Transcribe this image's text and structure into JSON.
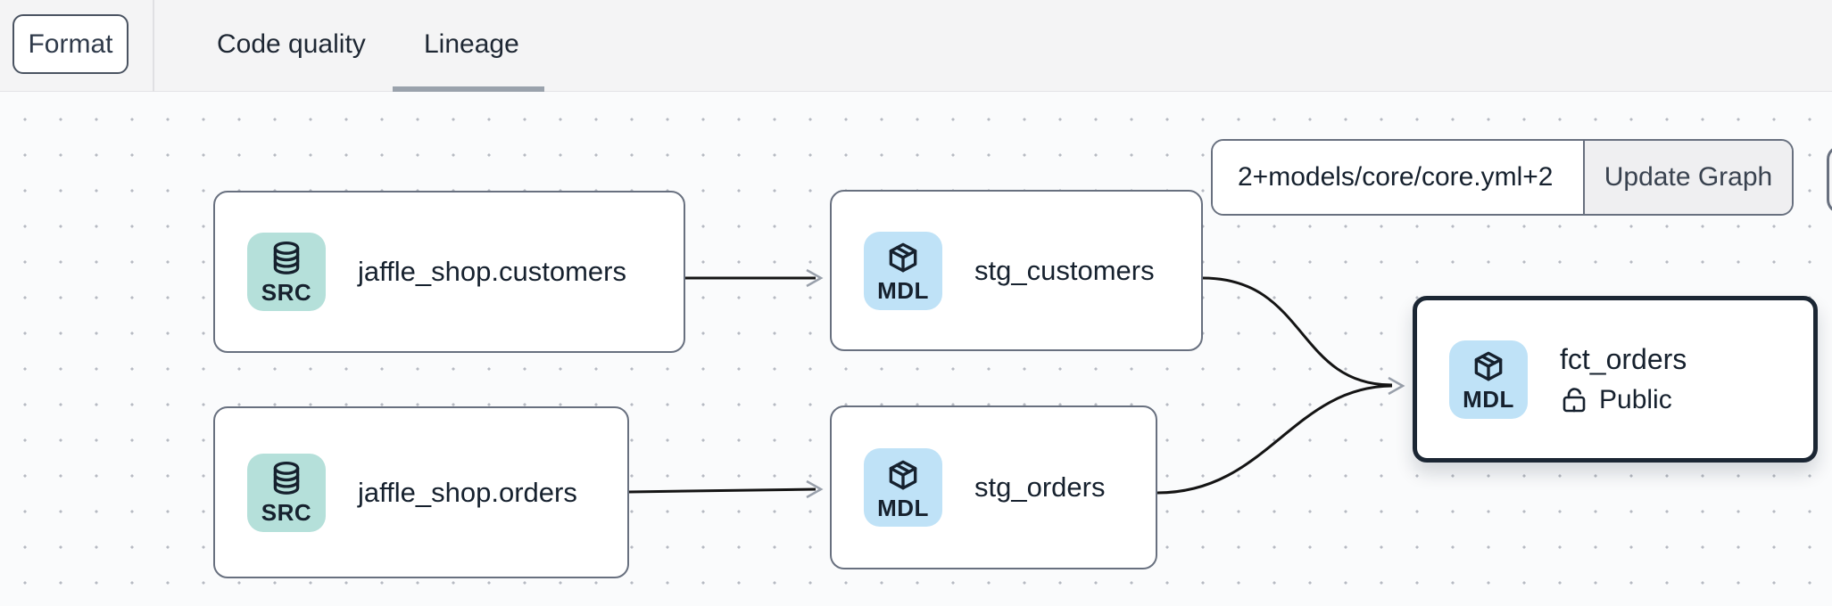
{
  "header": {
    "format_button_label": "Format",
    "tabs": [
      {
        "label": "Code quality",
        "active": false
      },
      {
        "label": "Lineage",
        "active": true
      }
    ]
  },
  "graph_toolbar": {
    "selector_value": "2+models/core/core.yml+2",
    "update_button_label": "Update Graph"
  },
  "nodes": [
    {
      "label": "jaffle_shop.customers",
      "badge": "SRC",
      "type": "source",
      "icon": "database-icon",
      "selected": false
    },
    {
      "label": "stg_customers",
      "badge": "MDL",
      "type": "model",
      "icon": "cube-icon",
      "selected": false
    },
    {
      "label": "jaffle_shop.orders",
      "badge": "SRC",
      "type": "source",
      "icon": "database-icon",
      "selected": false
    },
    {
      "label": "stg_orders",
      "badge": "MDL",
      "type": "model",
      "icon": "cube-icon",
      "selected": false
    },
    {
      "label": "fct_orders",
      "badge": "MDL",
      "type": "model",
      "icon": "cube-icon",
      "access": "Public",
      "access_icon": "unlock-icon",
      "selected": true
    }
  ],
  "edges": [
    {
      "from": "jaffle_shop.customers",
      "to": "stg_customers"
    },
    {
      "from": "jaffle_shop.orders",
      "to": "stg_orders"
    },
    {
      "from": "stg_customers",
      "to": "fct_orders"
    },
    {
      "from": "stg_orders",
      "to": "fct_orders"
    }
  ],
  "colors": {
    "source_badge_bg": "#b5e0da",
    "model_badge_bg": "#bfe2f7",
    "node_border": "#68707f",
    "selected_node_border": "#1b2633",
    "edge": "#141414",
    "arrowhead": "#99a0ab",
    "active_tab_underline": "#9aa2ac",
    "header_bg": "#f4f4f5",
    "canvas_bg": "#fafbfc"
  }
}
